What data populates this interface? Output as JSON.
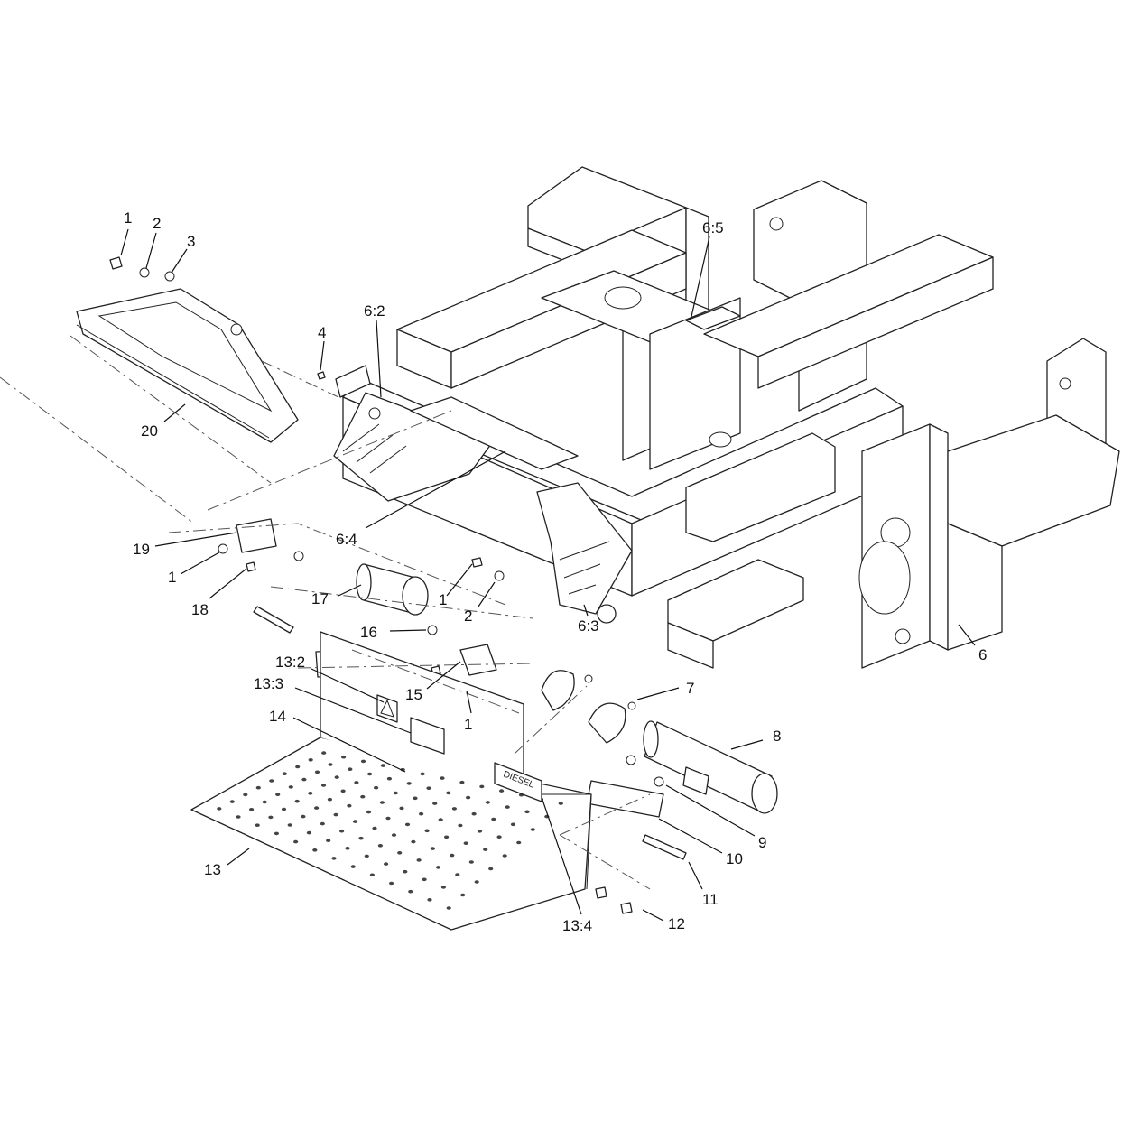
{
  "diagram": {
    "type": "exploded-parts-diagram",
    "callouts": [
      {
        "id": "c1a",
        "text": "1"
      },
      {
        "id": "c2a",
        "text": "2"
      },
      {
        "id": "c3",
        "text": "3"
      },
      {
        "id": "c4",
        "text": "4"
      },
      {
        "id": "c62",
        "text": "6:2"
      },
      {
        "id": "c65",
        "text": "6:5"
      },
      {
        "id": "c20",
        "text": "20"
      },
      {
        "id": "c64",
        "text": "6:4"
      },
      {
        "id": "c19",
        "text": "19"
      },
      {
        "id": "c1b",
        "text": "1"
      },
      {
        "id": "c18",
        "text": "18"
      },
      {
        "id": "c17",
        "text": "17"
      },
      {
        "id": "c1c",
        "text": "1"
      },
      {
        "id": "c2b",
        "text": "2"
      },
      {
        "id": "c63",
        "text": "6:3"
      },
      {
        "id": "c6",
        "text": "6"
      },
      {
        "id": "c16",
        "text": "16"
      },
      {
        "id": "c132",
        "text": "13:2"
      },
      {
        "id": "c133",
        "text": "13:3"
      },
      {
        "id": "c15",
        "text": "15"
      },
      {
        "id": "c1d",
        "text": "1"
      },
      {
        "id": "c7",
        "text": "7"
      },
      {
        "id": "c14",
        "text": "14"
      },
      {
        "id": "c8",
        "text": "8"
      },
      {
        "id": "c9",
        "text": "9"
      },
      {
        "id": "c10",
        "text": "10"
      },
      {
        "id": "c11",
        "text": "11"
      },
      {
        "id": "c13",
        "text": "13"
      },
      {
        "id": "c134",
        "text": "13:4"
      },
      {
        "id": "c12",
        "text": "12"
      }
    ],
    "decal_text": "DIESEL"
  }
}
